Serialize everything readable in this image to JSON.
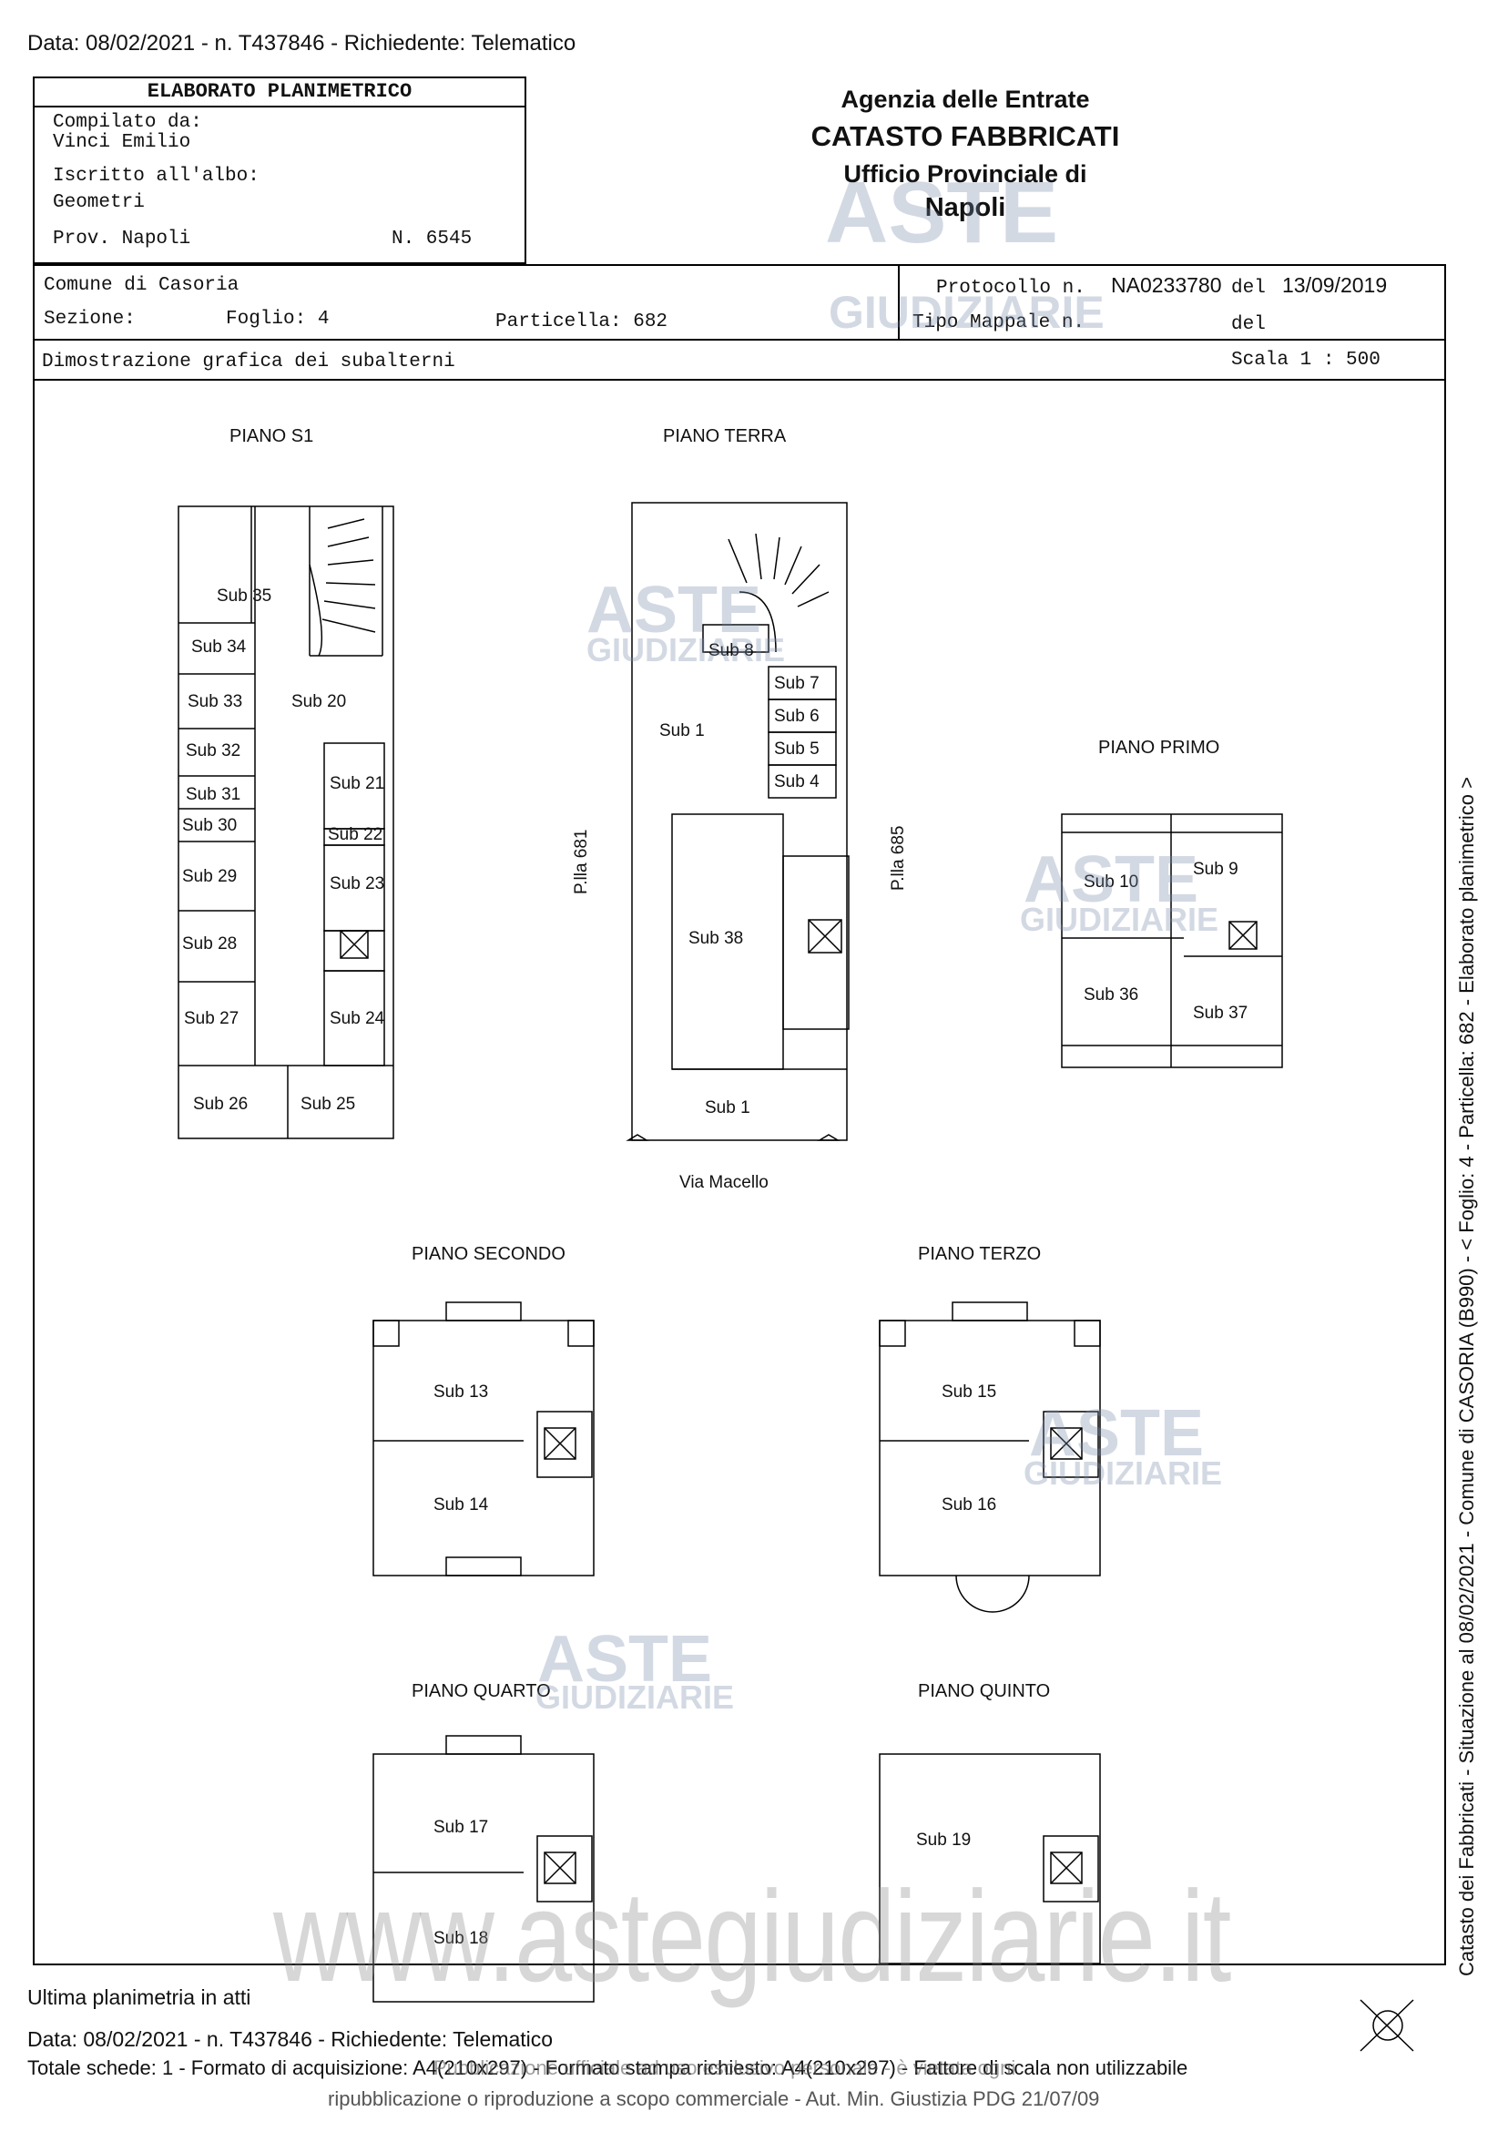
{
  "header_line": "Data: 08/02/2021 - n. T437846 - Richiedente: Telematico",
  "left_box": {
    "title": "ELABORATO PLANIMETRICO",
    "compiled_label": "Compilato da:",
    "compiled_name": "Vinci Emilio",
    "registered_label": "Iscritto all'albo:",
    "registered_value": "Geometri",
    "prov": "Prov. Napoli",
    "number": "N. 6545"
  },
  "right_header": {
    "agency": "Agenzia delle Entrate",
    "catasto": "CATASTO FABBRICATI",
    "office": "Ufficio Provinciale di",
    "city": "Napoli"
  },
  "row2": {
    "comune": "Comune di Casoria",
    "sezione": "Sezione:",
    "foglio": "Foglio: 4",
    "particella": "Particella: 682",
    "protocollo_label": "Protocollo n.",
    "protocollo_value": "NA0233780",
    "del1": "del",
    "date": "13/09/2019",
    "tipo_mappale": "Tipo Mappale n.",
    "del2": "del"
  },
  "row3": {
    "title": "Dimostrazione grafica dei subalterni",
    "scale": "Scala 1 : 500"
  },
  "plans": {
    "s1": "PIANO S1",
    "terra": "PIANO TERRA",
    "primo": "PIANO PRIMO",
    "secondo": "PIANO SECONDO",
    "terzo": "PIANO TERZO",
    "quarto": "PIANO QUARTO",
    "quinto": "PIANO QUINTO"
  },
  "subs_s1": [
    "Sub 35",
    "Sub 34",
    "Sub 33",
    "Sub 32",
    "Sub 31",
    "Sub 30",
    "Sub 29",
    "Sub 28",
    "Sub 27",
    "Sub 26",
    "Sub 25",
    "Sub 20",
    "Sub 21",
    "Sub 22",
    "Sub 23",
    "Sub 24"
  ],
  "subs_terra": [
    "Sub 8",
    "Sub 7",
    "Sub 6",
    "Sub 5",
    "Sub 4",
    "Sub 1",
    "Sub 38",
    "Sub 1"
  ],
  "terra_labels": {
    "left": "P.lla 681",
    "right": "P.lla 685",
    "street": "Via Macello"
  },
  "subs_primo": [
    "Sub 10",
    "Sub 9",
    "Sub 36",
    "Sub 37"
  ],
  "subs_secondo": [
    "Sub 13",
    "Sub 14"
  ],
  "subs_terzo": [
    "Sub 15",
    "Sub 16"
  ],
  "subs_quarto": [
    "Sub 17",
    "Sub 18"
  ],
  "subs_quinto": [
    "Sub 19"
  ],
  "watermark_text": [
    "ASTE",
    "GIUDIZIARIE"
  ],
  "watermark_url": "www.astegiudiziarie.it",
  "side_text": "Catasto dei Fabbricati - Situazione al 08/02/2021 - Comune di CASORIA (B990) - < Foglio: 4 - Particella: 682 - Elaborato planimetrico >",
  "footer": {
    "ultima": "Ultima planimetria in atti",
    "data": "Data: 08/02/2021 - n. T437846 - Richiedente: Telematico",
    "totale": "Totale schede: 1 - Formato di acquisizione: A4(210x297) - Formato stampa richiesto: A4(210x297) - Fattore di scala non utilizzabile",
    "overlay1": "Pubblicazione ufficiale ad uso esclusivo personale - è vietata ogni",
    "overlay2": "ripubblicazione o riproduzione a scopo commerciale - Aut. Min. Giustizia PDG 21/07/09"
  }
}
